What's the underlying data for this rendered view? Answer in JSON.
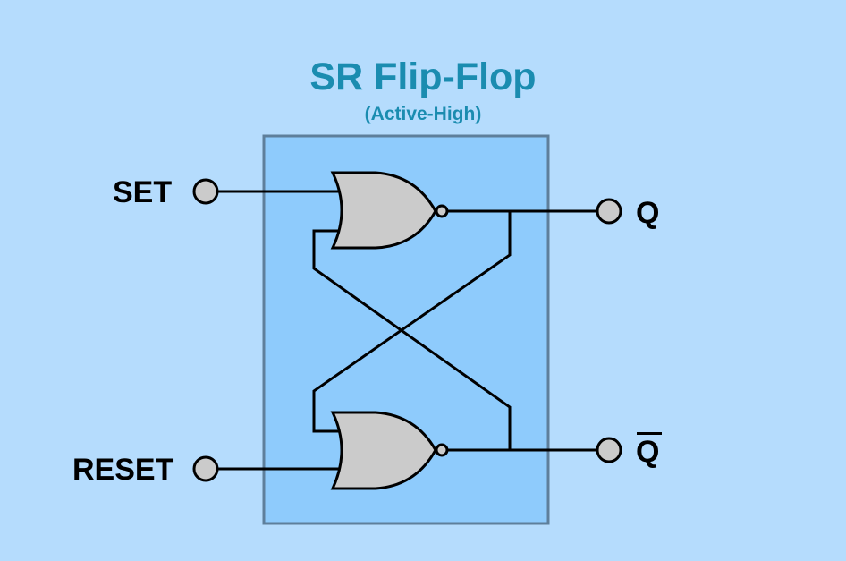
{
  "title": "SR Flip-Flop",
  "subtitle": "(Active-High)",
  "inputs": [
    {
      "id": "set",
      "label": "SET"
    },
    {
      "id": "reset",
      "label": "RESET"
    }
  ],
  "outputs": [
    {
      "id": "q",
      "label": "Q",
      "overline": false
    },
    {
      "id": "q_bar",
      "label": "Q",
      "overline": true
    }
  ],
  "gates": [
    {
      "id": "top",
      "type": "NOR"
    },
    {
      "id": "bottom",
      "type": "NOR"
    }
  ],
  "colors": {
    "background": "#b5dcfd",
    "box_fill": "#8ecbfc",
    "box_border": "#5e7f9b",
    "gate_fill": "#cbcbcb",
    "title": "#1a8cb0",
    "wire": "#000000"
  }
}
